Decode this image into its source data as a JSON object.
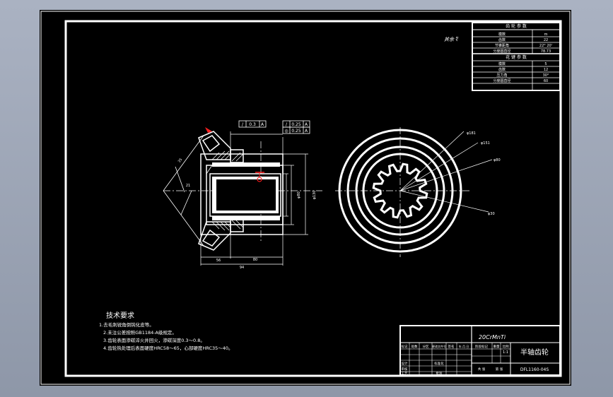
{
  "drawing": {
    "roughness_note": "其余 ∜",
    "tolerances": {
      "top_frame_1": "0.3",
      "top_frame_1_ref": "A",
      "top_frame_2": "0.25",
      "top_frame_2_ref": "A",
      "top_frame_3": "0.25",
      "top_frame_3_ref": "A"
    },
    "dimensions": {
      "diam_outer": "φ181",
      "diam_2": "φ151",
      "diam_3": "φ80",
      "diam_4": "φ30",
      "len_56": "56",
      "len_80": "80",
      "len_94": "94",
      "len_h1": "φ130",
      "len_h2": "φ80",
      "side_1": "35",
      "side_2": "21"
    }
  },
  "gear_table": {
    "title1": "齿 轮 参 数",
    "rows1": [
      {
        "label": "模数",
        "value": "m"
      },
      {
        "label": "齿数",
        "value": "22"
      },
      {
        "label": "节锥距角",
        "value": "22° 20'"
      },
      {
        "label": "分度圆直径",
        "value": "78.73"
      }
    ],
    "title2": "花 键 参 数",
    "rows2": [
      {
        "label": "模数",
        "value": "5"
      },
      {
        "label": "齿数",
        "value": "12"
      },
      {
        "label": "压力角",
        "value": "30°"
      },
      {
        "label": "分度圆直径",
        "value": "60"
      }
    ]
  },
  "tech": {
    "title": "技术要求",
    "items": [
      "1.去毛刺锐角倒钝化皮等。",
      "2.未注公差按照GB1184-A级规定。",
      "3.齿轮表面渗碳淬火并回火，渗碳深度0.3～0.8。",
      "4.齿轮热处理后表面硬度HRC58～65，心部硬度HRC35～40。"
    ]
  },
  "title_block": {
    "material": "20CrMnTi",
    "part_name": "半轴齿轮",
    "drawing_no": "DFL1160-04S",
    "scale": "1:1",
    "cells": [
      "标记",
      "处数",
      "分区",
      "更改文件号",
      "签名",
      "年.月.日",
      "设计",
      "标准化",
      "阶段标记",
      "重量",
      "比例",
      "审核",
      "工艺",
      "批准",
      "共 张",
      "第 张"
    ]
  },
  "colors": {
    "line": "#ffffff",
    "accent": "#ff2020",
    "background": "#000000"
  }
}
